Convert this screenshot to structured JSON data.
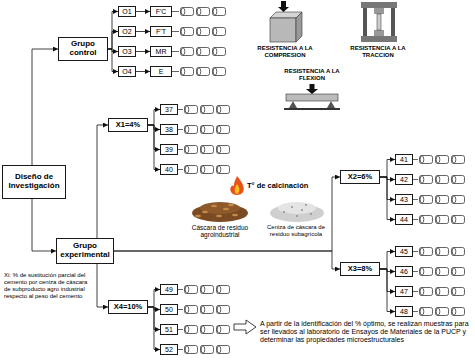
{
  "diagram": {
    "nodes": [
      {
        "text": [
          "Diseño de Investigación"
        ]
      },
      {
        "text": [
          "Grupo control"
        ]
      },
      {
        "text": [
          "O1"
        ]
      },
      {
        "text": [
          "F'C"
        ]
      },
      {
        "text": [
          "O2"
        ]
      },
      {
        "text": [
          "F'T"
        ]
      },
      {
        "text": [
          "O3"
        ]
      },
      {
        "text": [
          "MR"
        ]
      },
      {
        "text": [
          "O4"
        ]
      },
      {
        "text": [
          "E"
        ]
      },
      {
        "text": [
          "Grupo experimental"
        ]
      },
      {
        "text": [
          "X1=4%"
        ]
      },
      {
        "text": [
          "37"
        ]
      },
      {
        "text": [
          "38"
        ]
      },
      {
        "text": [
          "39"
        ]
      },
      {
        "text": [
          "40"
        ]
      },
      {
        "text": [
          "X2=6%"
        ]
      },
      {
        "text": [
          "41"
        ]
      },
      {
        "text": [
          "42"
        ]
      },
      {
        "text": [
          "43"
        ]
      },
      {
        "text": [
          "44"
        ]
      },
      {
        "text": [
          "X3=8%"
        ]
      },
      {
        "text": [
          "45"
        ]
      },
      {
        "text": [
          "46"
        ]
      },
      {
        "text": [
          "47"
        ]
      },
      {
        "text": [
          "48"
        ]
      },
      {
        "text": [
          "X4=10%"
        ]
      },
      {
        "text": [
          "49"
        ]
      },
      {
        "text": [
          "50"
        ]
      },
      {
        "text": [
          "51"
        ]
      },
      {
        "text": [
          "52"
        ]
      }
    ],
    "edges": [
      {
        "from": 0,
        "to": 1,
        "arrow": "to"
      },
      {
        "from": 0,
        "to": 10,
        "arrow": "to"
      },
      {
        "from": 1,
        "to": 2,
        "arrow": "to"
      },
      {
        "from": 1,
        "to": 4,
        "arrow": "to"
      },
      {
        "from": 1,
        "to": 6,
        "arrow": "to"
      },
      {
        "from": 1,
        "to": 8,
        "arrow": "to"
      },
      {
        "from": 2,
        "to": 3,
        "arrow": "to"
      },
      {
        "from": 4,
        "to": 5,
        "arrow": "to"
      },
      {
        "from": 6,
        "to": 7,
        "arrow": "to"
      },
      {
        "from": 8,
        "to": 9,
        "arrow": "to"
      },
      {
        "from": 10,
        "to": 11,
        "arrow": "to"
      },
      {
        "from": 10,
        "to": 16,
        "arrow": "to"
      },
      {
        "from": 10,
        "to": 21,
        "arrow": "to"
      },
      {
        "from": 10,
        "to": 26,
        "arrow": "to"
      },
      {
        "from": 11,
        "to": 12,
        "arrow": "to"
      },
      {
        "from": 11,
        "to": 13,
        "arrow": "to"
      },
      {
        "from": 11,
        "to": 14,
        "arrow": "to"
      },
      {
        "from": 11,
        "to": 15,
        "arrow": "to"
      },
      {
        "from": 16,
        "to": 17,
        "arrow": "to"
      },
      {
        "from": 16,
        "to": 18,
        "arrow": "to"
      },
      {
        "from": 16,
        "to": 19,
        "arrow": "to"
      },
      {
        "from": 16,
        "to": 20,
        "arrow": "to"
      },
      {
        "from": 21,
        "to": 22,
        "arrow": "to"
      },
      {
        "from": 21,
        "to": 23,
        "arrow": "to"
      },
      {
        "from": 21,
        "to": 24,
        "arrow": "to"
      },
      {
        "from": 21,
        "to": 25,
        "arrow": "to"
      },
      {
        "from": 26,
        "to": 27,
        "arrow": "to"
      },
      {
        "from": 26,
        "to": 28,
        "arrow": "to"
      },
      {
        "from": 26,
        "to": 29,
        "arrow": "to"
      },
      {
        "from": 26,
        "to": 30,
        "arrow": "to"
      }
    ],
    "labels": [
      "RESISTENCIA A LA COMPRESION",
      "RESISTENCIA A LA TRACCION",
      "RESISTENCIA A LA FLEXION",
      "T° de calcinación",
      "Cáscara de residuo agroindustrial",
      "Ceniza de cáscara de residuo subagrícola",
      "Xi: % de sustitución parcial del cemento por ceniza de cáscara de subproducto agro industrial respecto al peso del cemento",
      "A partir de la identificación del % óptimo, se realizan muestras para ser llevados al laboratorio de Ensayos de Materiales de la PUCP y determinar las propiedades microestructurales"
    ]
  }
}
